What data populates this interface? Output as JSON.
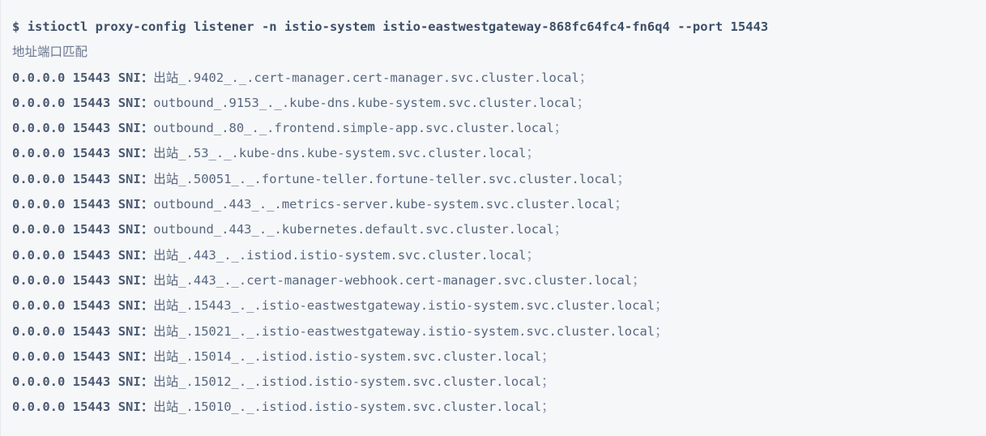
{
  "terminal": {
    "prompt_symbol": "$",
    "command": "istioctl proxy-config listener -n istio-system istio-eastwestgateway-868fc64fc4-fn6q4 --port 15443",
    "subtitle": "地址端口匹配",
    "colors": {
      "background": "#f6f7f9",
      "text": "#4a5a73",
      "muted": "#56677f",
      "semicolon": "#7f8ca3",
      "border": "#e6e8ec"
    },
    "columns": {
      "address": "ADDRESS",
      "port": "PORT",
      "match": "MATCH"
    },
    "rows": [
      {
        "address": "0.0.0.0",
        "port": "15443",
        "sni_label": "SNI",
        "colon": "：",
        "direction": "出站",
        "direction_is_cjk": true,
        "value": "_.9402_._.cert-manager.cert-manager.svc.cluster.local",
        "terminator": "；"
      },
      {
        "address": "0.0.0.0",
        "port": "15443",
        "sni_label": "SNI",
        "colon": "：",
        "direction": "outbound",
        "direction_is_cjk": false,
        "value": "_.9153_._.kube-dns.kube-system.svc.cluster.local",
        "terminator": "；"
      },
      {
        "address": "0.0.0.0",
        "port": "15443",
        "sni_label": "SNI",
        "colon": "：",
        "direction": "outbound",
        "direction_is_cjk": false,
        "value": "_.80_._.frontend.simple-app.svc.cluster.local",
        "terminator": "；"
      },
      {
        "address": "0.0.0.0",
        "port": "15443",
        "sni_label": "SNI",
        "colon": "：",
        "direction": "出站",
        "direction_is_cjk": true,
        "value": "_.53_._.kube-dns.kube-system.svc.cluster.local",
        "terminator": "；"
      },
      {
        "address": "0.0.0.0",
        "port": "15443",
        "sni_label": "SNI",
        "colon": "：",
        "direction": "出站",
        "direction_is_cjk": true,
        "value": "_.50051_._.fortune-teller.fortune-teller.svc.cluster.local",
        "terminator": "；"
      },
      {
        "address": "0.0.0.0",
        "port": "15443",
        "sni_label": "SNI",
        "colon": "：",
        "direction": "outbound",
        "direction_is_cjk": false,
        "value": "_.443_._.metrics-server.kube-system.svc.cluster.local",
        "terminator": "；"
      },
      {
        "address": "0.0.0.0",
        "port": "15443",
        "sni_label": "SNI",
        "colon": "：",
        "direction": "outbound",
        "direction_is_cjk": false,
        "value": "_.443_._.kubernetes.default.svc.cluster.local",
        "terminator": "；"
      },
      {
        "address": "0.0.0.0",
        "port": "15443",
        "sni_label": "SNI",
        "colon": "：",
        "direction": "出站",
        "direction_is_cjk": true,
        "value": "_.443_._.istiod.istio-system.svc.cluster.local",
        "terminator": "；"
      },
      {
        "address": "0.0.0.0",
        "port": "15443",
        "sni_label": "SNI",
        "colon": "：",
        "direction": "出站",
        "direction_is_cjk": true,
        "value": "_.443_._.cert-manager-webhook.cert-manager.svc.cluster.local",
        "terminator": "；"
      },
      {
        "address": "0.0.0.0",
        "port": "15443",
        "sni_label": "SNI",
        "colon": "：",
        "direction": "出站",
        "direction_is_cjk": true,
        "value": "_.15443_._.istio-eastwestgateway.istio-system.svc.cluster.local",
        "terminator": "；"
      },
      {
        "address": "0.0.0.0",
        "port": "15443",
        "sni_label": "SNI",
        "colon": "：",
        "direction": "出站",
        "direction_is_cjk": true,
        "value": "_.15021_._.istio-eastwestgateway.istio-system.svc.cluster.local",
        "terminator": "；"
      },
      {
        "address": "0.0.0.0",
        "port": "15443",
        "sni_label": "SNI",
        "colon": "：",
        "direction": "出站",
        "direction_is_cjk": true,
        "value": "_.15014_._.istiod.istio-system.svc.cluster.local",
        "terminator": "；"
      },
      {
        "address": "0.0.0.0",
        "port": "15443",
        "sni_label": "SNI",
        "colon": "：",
        "direction": "出站",
        "direction_is_cjk": true,
        "value": "_.15012_._.istiod.istio-system.svc.cluster.local",
        "terminator": "；"
      },
      {
        "address": "0.0.0.0",
        "port": "15443",
        "sni_label": "SNI",
        "colon": "：",
        "direction": "出站",
        "direction_is_cjk": true,
        "value": "_.15010_._.istiod.istio-system.svc.cluster.local",
        "terminator": "；"
      }
    ]
  }
}
